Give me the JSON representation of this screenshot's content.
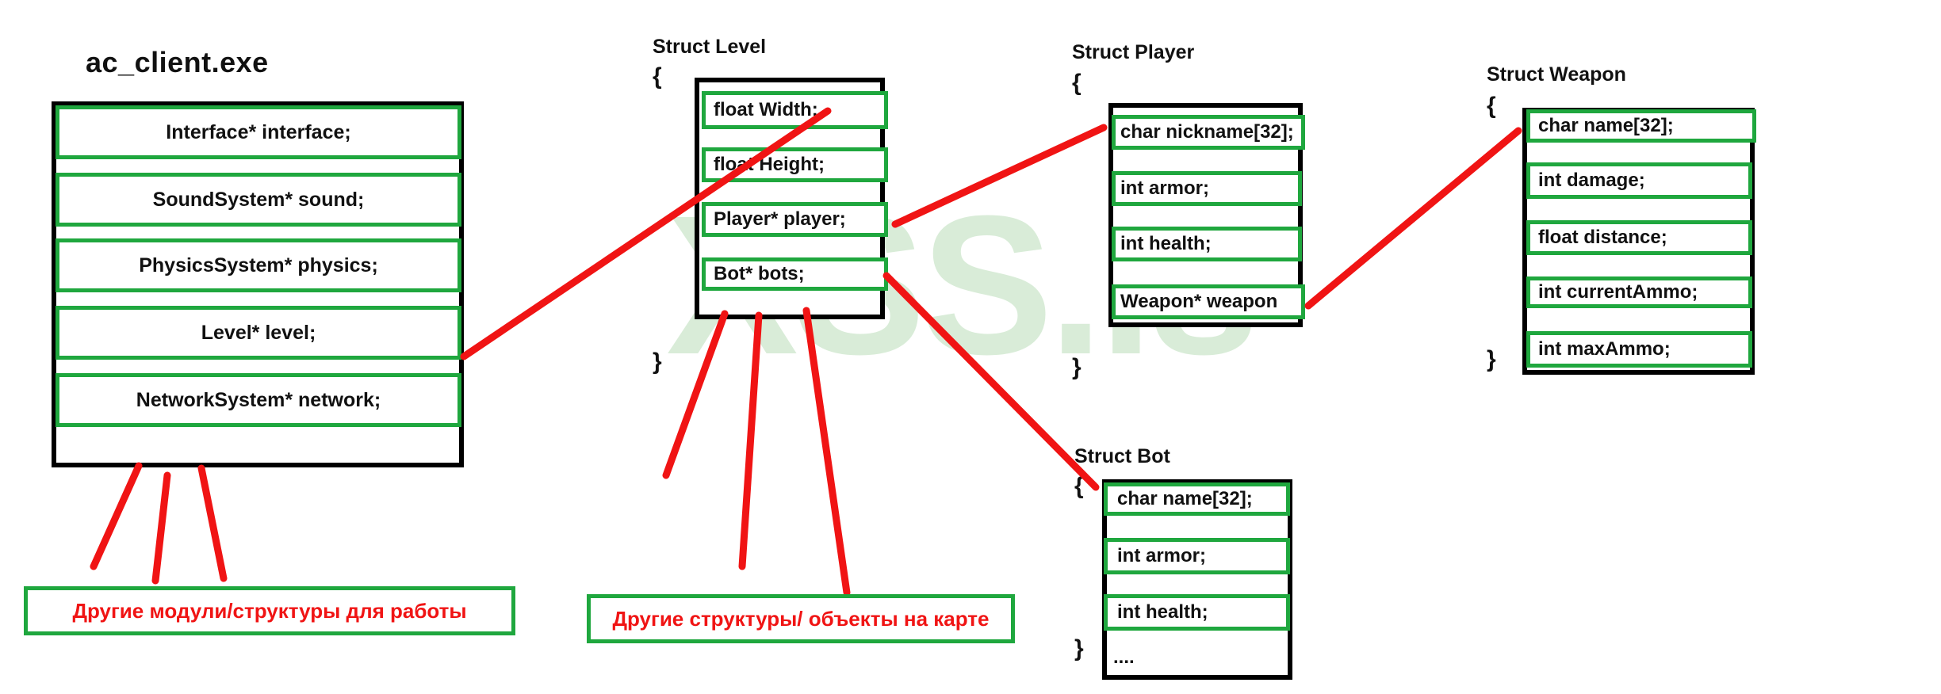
{
  "watermark": {
    "text": "XSS.is",
    "color": "#d7ecd6"
  },
  "colors": {
    "green": "#1fa73e",
    "red": "#f01414",
    "black": "#000000"
  },
  "main_module": {
    "title": "ac_client.exe",
    "fields": [
      "Interface* interface;",
      "SoundSystem* sound;",
      "PhysicsSystem* physics;",
      "Level* level;",
      "NetworkSystem* network;"
    ]
  },
  "structs": [
    {
      "title": "Struct Level",
      "open_brace": "{",
      "close_brace": "}",
      "fields": [
        "float Width;",
        "float Height;",
        "Player* player;",
        "Bot* bots;"
      ]
    },
    {
      "title": "Struct Player",
      "open_brace": "{",
      "close_brace": "}",
      "fields": [
        "char nickname[32];",
        "int armor;",
        "int health;",
        "Weapon* weapon"
      ]
    },
    {
      "title": "Struct Weapon",
      "open_brace": "{",
      "close_brace": "}",
      "fields": [
        "char name[32];",
        "int damage;",
        "float distance;",
        "int currentAmmo;",
        "int maxAmmo;"
      ]
    },
    {
      "title": "Struct Bot",
      "open_brace": "{",
      "close_brace": "}",
      "fields": [
        "char name[32];",
        "int armor;",
        "int health;",
        "...."
      ]
    }
  ],
  "notes": [
    {
      "text": "Другие модули/структуры для работы"
    },
    {
      "text": "Другие структуры/ объекты на карте"
    }
  ]
}
